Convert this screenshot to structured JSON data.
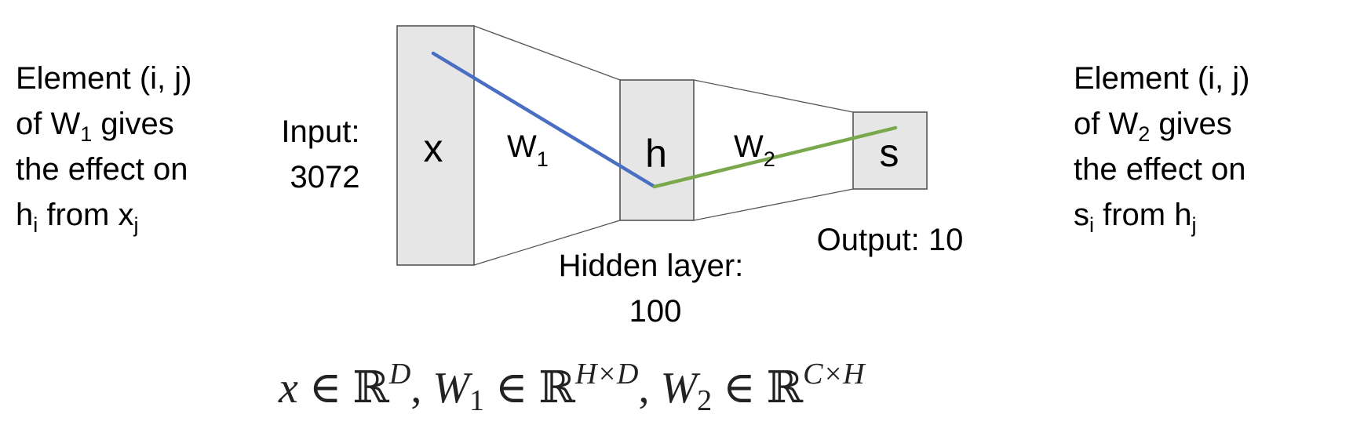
{
  "left_note": {
    "line1": "Element (i, j)",
    "line2_pre": "of W",
    "line2_sub": "1",
    "line2_post": " gives",
    "line3": "the effect on",
    "line4_a": "h",
    "line4_a_sub": "i",
    "line4_mid": " from x",
    "line4_b_sub": "j"
  },
  "right_note": {
    "line1": "Element (i, j)",
    "line2_pre": "of W",
    "line2_sub": "2",
    "line2_post": " gives",
    "line3": "the effect on",
    "line4_a": "s",
    "line4_a_sub": "i",
    "line4_mid": " from h",
    "line4_b_sub": "j"
  },
  "input": {
    "label_line1": "Input:",
    "label_line2": "3072",
    "symbol": "x"
  },
  "hidden": {
    "label_line1": "Hidden layer:",
    "label_line2": "100",
    "symbol": "h"
  },
  "output": {
    "label": "Output: 10",
    "symbol": "s"
  },
  "weights": {
    "w1_base": "W",
    "w1_sub": "1",
    "w2_base": "W",
    "w2_sub": "2"
  },
  "formula": {
    "x": "x",
    "in1": " ∈ ℝ",
    "D": "D",
    "comma1": ", ",
    "W1": "W",
    "W1sub": "1",
    "in2": " ∈ ℝ",
    "HxD": "H×D",
    "comma2": ", ",
    "W2": "W",
    "W2sub": "2",
    "in3": " ∈ ℝ",
    "CxH": "C×H"
  },
  "colors": {
    "w1_path": "#4a6fc2",
    "w2_path": "#7aa84d",
    "block_fill": "#e6e6e6"
  }
}
